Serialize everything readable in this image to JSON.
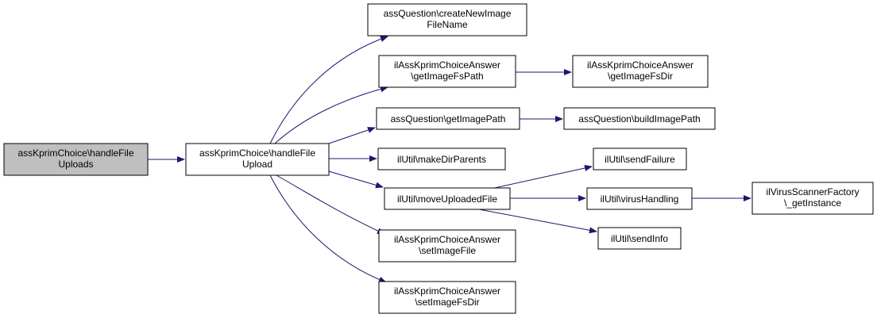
{
  "colors": {
    "edge": "#191970",
    "root_fill": "#bfbfbf",
    "node_fill": "#ffffff",
    "node_border": "#000000"
  },
  "nodes": {
    "root": [
      "assKprimChoice\\handleFile",
      "Uploads"
    ],
    "handle_upload": [
      "assKprimChoice\\handleFile",
      "Upload"
    ],
    "create_new_image_filename": [
      "assQuestion\\createNewImage",
      "FileName"
    ],
    "get_image_fs_path": [
      "ilAssKprimChoiceAnswer",
      "\\getImageFsPath"
    ],
    "get_image_fs_dir": [
      "ilAssKprimChoiceAnswer",
      "\\getImageFsDir"
    ],
    "get_image_path": [
      "assQuestion\\getImagePath"
    ],
    "build_image_path": [
      "assQuestion\\buildImagePath"
    ],
    "make_dir_parents": [
      "ilUtil\\makeDirParents"
    ],
    "send_failure": [
      "ilUtil\\sendFailure"
    ],
    "move_uploaded_file": [
      "ilUtil\\moveUploadedFile"
    ],
    "virus_handling": [
      "ilUtil\\virusHandling"
    ],
    "virus_scanner_factory": [
      "ilVirusScannerFactory",
      "\\_getInstance"
    ],
    "send_info": [
      "ilUtil\\sendInfo"
    ],
    "set_image_file": [
      "ilAssKprimChoiceAnswer",
      "\\setImageFile"
    ],
    "set_image_fs_dir": [
      "ilAssKprimChoiceAnswer",
      "\\setImageFsDir"
    ]
  }
}
